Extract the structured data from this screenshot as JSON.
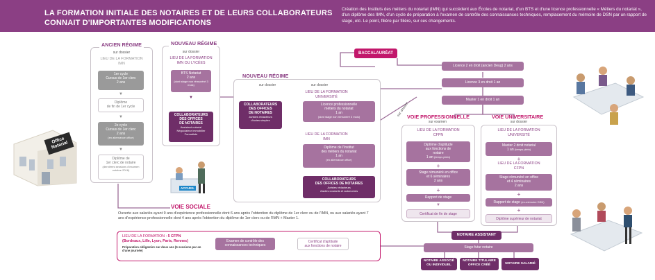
{
  "header": {
    "title_line1": "LA FORMATION INITIALE DES NOTAIRES ET DE LEURS COLLABORATEURS",
    "title_line2": "CONNAIT D'IMPORTANTES MODIFICATIONS",
    "intro": "Création des Instituts des métiers du notariat (IMN) qui succèdent aux Écoles de notariat, d'un BTS et d'une licence professionnelle « Métiers du notariat », d'un diplôme des IMN, d'un cycle de préparation à l'examen de contrôle des connaissances techniques, remplacement du mémoire de DSN par un rapport de stage, etc. Le point, filière par filière, sur ces changements."
  },
  "office_sign": "Office Notarial",
  "ancien": {
    "title": "ANCIEN RÉGIME",
    "sur": "sur dossier",
    "lieu_label": "LIEU DE LA FORMATION",
    "lieu": "IMN",
    "cycle1": "1er cycle\nCursus de 1er clerc\n2 ans",
    "dip1": "Diplôme\nde fin de 1er cycle",
    "cycle2": "2e cycle\nCursus de 1er clerc\n2 ans",
    "cycle2_note": "(en alternance office)",
    "dip2": "Diplôme de\n1er clerc de notaire",
    "dip2_note": "(dernières sessions d'examen octobre 2016)"
  },
  "nouveau1": {
    "title": "NOUVEAU RÉGIME",
    "sur": "sur dossier",
    "lieu_label": "LIEU DE LA FORMATION",
    "lieu": "IMN ou Lycées",
    "bts": "BTS Notariat\n2 ans",
    "bts_note": "(dont stage non rémunéré 3 mois)",
    "collab": "COLLABORATEURS\nDES OFFICES\nDE NOTAIRES",
    "collab_note": "Assistant notarial\nNégociateur immobilier\nFormaliste"
  },
  "nouveau2": {
    "title": "NOUVEAU RÉGIME",
    "sur": "sur dossier",
    "lieu_label1": "LIEU DE LA FORMATION",
    "lieu1": "UNIVERSITÉ",
    "licence": "Licence professionnelle\nmétiers du notariat\n1 an",
    "licence_note": "(dont stage non rémunéré 3 mois)",
    "collab": "COLLABORATEURS\nDES OFFICES\nDE NOTAIRES",
    "collab_note": "Juristes rédacteurs\nd'actes simples",
    "lieu_label2": "LIEU DE LA FORMATION",
    "lieu2": "IMN",
    "dipimn": "Diplôme de l'Institut\ndes métiers du notariat\n1 an",
    "dipimn_note": "(en alternance office)",
    "collab2": "COLLABORATEURS\nDES OFFICES DE NOTAIRES",
    "collab2_note": "Juristes rédacteurs\nd'actes courants et autonomes"
  },
  "bac": "BACCALAURÉAT",
  "licence2": "Licence 2 en droit (ancien Deug) 2 ans",
  "licence3": "Licence 3 en droit 1 an",
  "master1": "Master 1 en droit 1 an",
  "sur_dossier_diag": "sur dossier",
  "pro": {
    "title": "VOIE PROFESSIONNELLE",
    "sur": "sur examen",
    "lieu_label": "LIEU DE LA FORMATION",
    "lieu": "CFPN",
    "dip": "Diplôme d'aptitude\naux fonctions de\nnotaire\n1 an",
    "dip_note": "(temps plein)",
    "stage": "Stage rémunéré en office\net 6 séminaires\n2 ans",
    "rapport": "Rapport de stage",
    "cert": "Certificat de fin de stage"
  },
  "univ": {
    "title": "VOIE UNIVERSITAIRE",
    "sur": "sur dossier",
    "lieu_label1": "LIEU DE LA FORMATION",
    "lieu1": "UNIVERSITÉ",
    "master2": "Master 2 droit notarial\n1 an",
    "master2_note": "(temps plein)",
    "lieu_label2": "LIEU DE LA FORMATION",
    "lieu2": "CFPN",
    "stage": "Stage rémunéré en office\net 4 séminaires\n2 ans",
    "rapport": "Rapport de stage",
    "rapport_note": "(ex-mémoire DSN)",
    "dsn": "Diplôme supérieur de notariat"
  },
  "assistant": "NOTAIRE ASSISTANT",
  "stage_futur": "Stage futur notaire",
  "out1": "NOTAIRE ASSOCIÉ\nOU INDIVIDUEL",
  "out2": "NOTAIRE TITULAIRE\nOFFICE CRÉÉ",
  "out3": "NOTAIRE SALARIÉ",
  "sociale": {
    "title": "VOIE SOCIALE",
    "text": "Ouverte aux salariés ayant 9 ans d'expérience professionnelle dont 6 ans après l'obtention du diplôme de 1er clerc ou de l'IMN, ou aux salariés ayant 7 ans d'expérience professionnelle dont 4 ans après l'obtention du diplôme de 1er clerc ou de l'IMN + Master 1.",
    "lieu_label": "LIEU DE LA FORMATION :",
    "lieu": "5 CFPN",
    "cities": "(Bordeaux, Lille, Lyon, Paris, Rennes)",
    "prep": "Préparation obligatoire sur deux ans (6 sessions par an d'une journée)",
    "exam": "Examen de contrôle des\nconnaissances techniques",
    "cert": "Certificat d'aptitude\naux fonctions de notaire"
  },
  "accueil": "ACCUEIL",
  "colors": {
    "purple": "#8b3f84",
    "magenta": "#c2176b",
    "dark": "#6f2e68",
    "mauve": "#a6739f",
    "gray": "#9a9a9a"
  }
}
